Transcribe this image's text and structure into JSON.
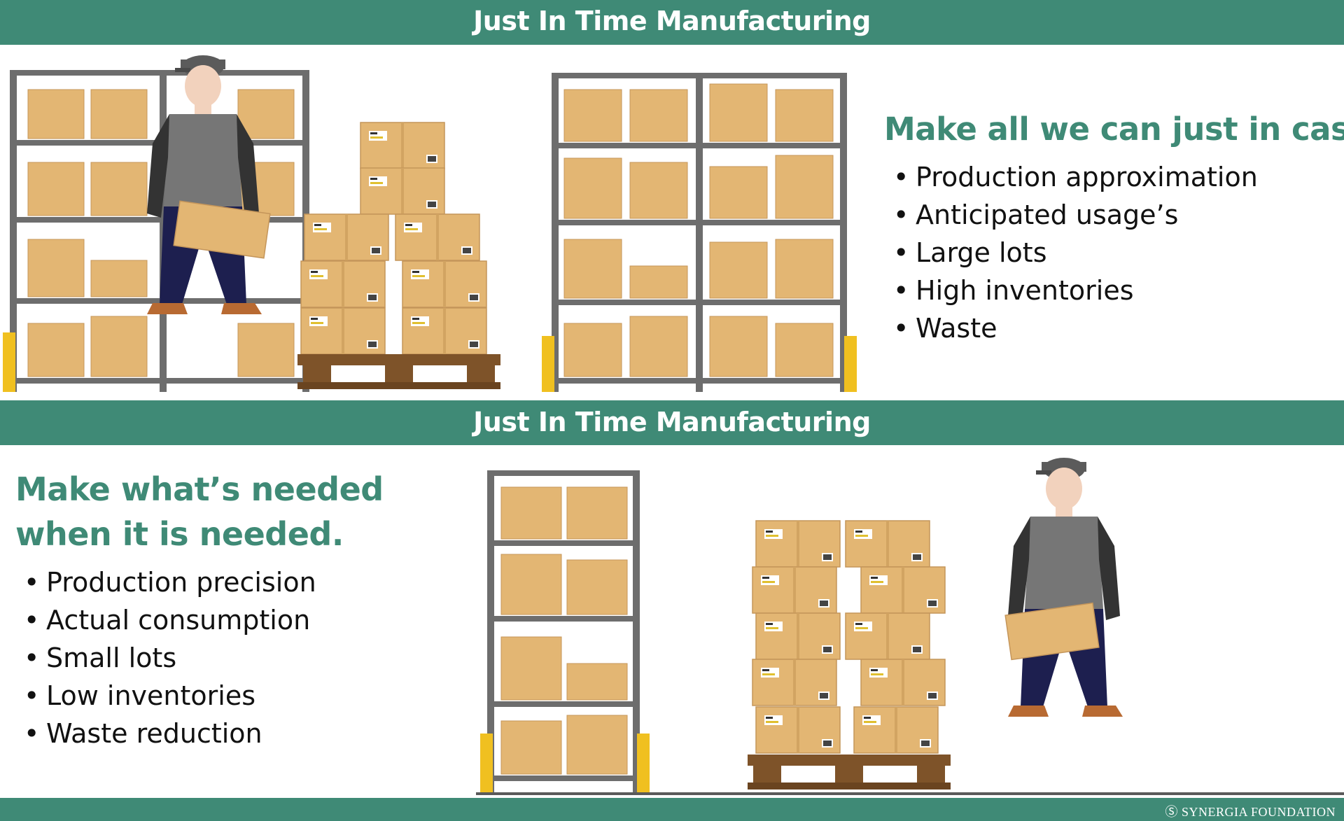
{
  "banner_top": {
    "title": "Just In Time Manufacturing"
  },
  "banner_bottom": {
    "title": "Just In Time Manufacturing"
  },
  "top_panel": {
    "heading": "Make all we can just in case",
    "bullets": [
      "Production approximation",
      "Anticipated usage’s",
      "Large lots",
      "High inventories",
      "Waste"
    ]
  },
  "bottom_panel": {
    "heading": "Make what’s needed when it is needed.",
    "bullets": [
      "Production precision",
      "Actual consumption",
      "Small lots",
      "Low inventories",
      "Waste reduction"
    ]
  },
  "footer": {
    "brand": "Ⓢ SYNERGIA FOUNDATION"
  },
  "colors": {
    "brand_green": "#3f8a76",
    "box_tan": "#e3b673",
    "shelf_grey": "#6d6d6d",
    "pants_navy": "#1d1f4f"
  },
  "illustrations": [
    "warehouse-worker-icon",
    "storage-rack-icon",
    "cardboard-box-icon",
    "pallet-icon"
  ]
}
